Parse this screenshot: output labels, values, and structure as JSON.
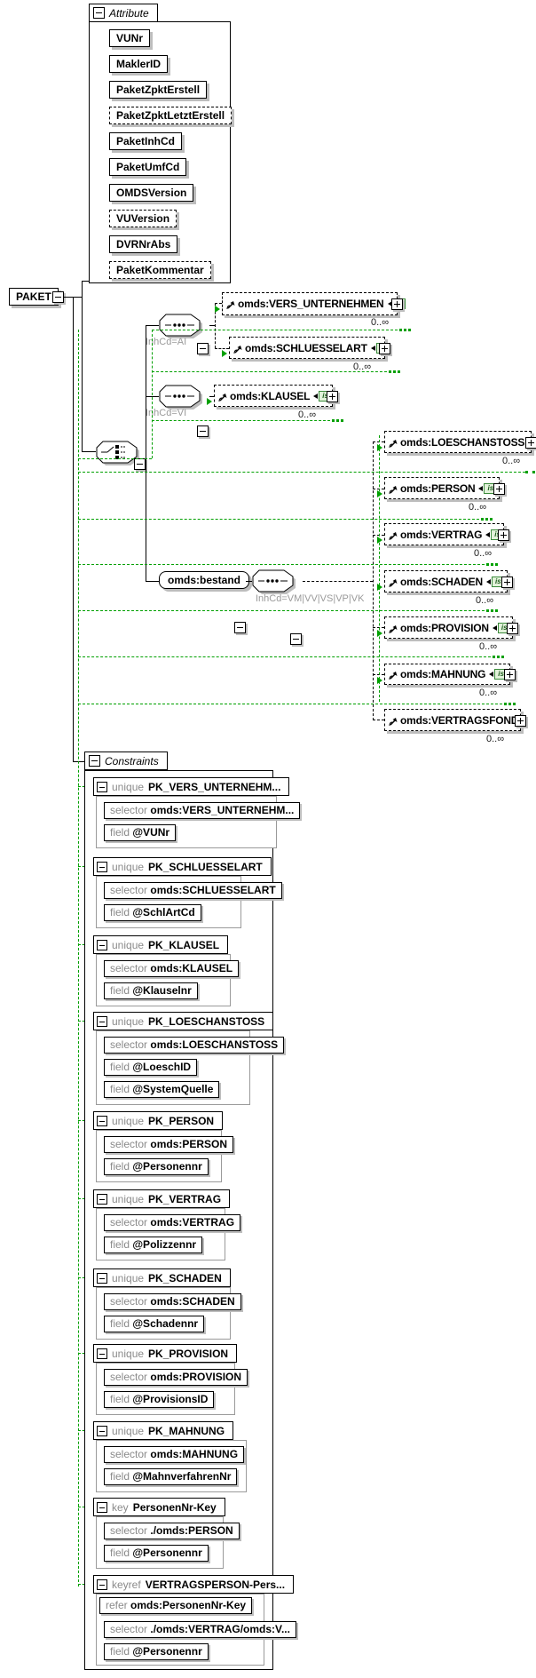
{
  "root": {
    "label": "PAKET"
  },
  "occurrence": "0..∞",
  "is_badge": "is",
  "colors": {
    "constraint_link": "#00a000",
    "line": "#000000",
    "shadow": "#bdbdbd",
    "keyword_gray": "#8a8a8a"
  },
  "attribute_section": {
    "title": "Attribute",
    "items": [
      {
        "label": "VUNr",
        "optional": false
      },
      {
        "label": "MaklerID",
        "optional": false
      },
      {
        "label": "PaketZpktErstell",
        "optional": false
      },
      {
        "label": "PaketZpktLetztErstell",
        "optional": true
      },
      {
        "label": "PaketInhCd",
        "optional": false
      },
      {
        "label": "PaketUmfCd",
        "optional": false
      },
      {
        "label": "OMDSVersion",
        "optional": false
      },
      {
        "label": "VUVersion",
        "optional": true
      },
      {
        "label": "DVRNrAbs",
        "optional": false
      },
      {
        "label": "PaketKommentar",
        "optional": true
      }
    ]
  },
  "groups": {
    "ai_label": "InhCd=AI",
    "vi_label": "InhCd=VI",
    "bestand_label": "omds:bestand",
    "bestand_seq_label": "InhCd=VM|VV|VS|VP|VK"
  },
  "elements": {
    "vers_unternehmen": "omds:VERS_UNTERNEHMEN",
    "schluesselart": "omds:SCHLUESSELART",
    "klausel": "omds:KLAUSEL",
    "loeschanstoss": "omds:LOESCHANSTOSS",
    "person": "omds:PERSON",
    "vertrag": "omds:VERTRAG",
    "schaden": "omds:SCHADEN",
    "provision": "omds:PROVISION",
    "mahnung": "omds:MAHNUNG",
    "vertragsfonds": "omds:VERTRAGSFONDS"
  },
  "constraints_section": {
    "title": "Constraints",
    "blocks": [
      {
        "kind": "unique",
        "name": "PK_VERS_UNTERNEHM...",
        "rows": [
          {
            "label": "selector",
            "value": "omds:VERS_UNTERNEHM..."
          },
          {
            "label": "field",
            "value": "@VUNr"
          }
        ]
      },
      {
        "kind": "unique",
        "name": "PK_SCHLUESSELART",
        "rows": [
          {
            "label": "selector",
            "value": "omds:SCHLUESSELART"
          },
          {
            "label": "field",
            "value": "@SchlArtCd"
          }
        ]
      },
      {
        "kind": "unique",
        "name": "PK_KLAUSEL",
        "rows": [
          {
            "label": "selector",
            "value": "omds:KLAUSEL"
          },
          {
            "label": "field",
            "value": "@Klauselnr"
          }
        ]
      },
      {
        "kind": "unique",
        "name": "PK_LOESCHANSTOSS",
        "rows": [
          {
            "label": "selector",
            "value": "omds:LOESCHANSTOSS"
          },
          {
            "label": "field",
            "value": "@LoeschID"
          },
          {
            "label": "field",
            "value": "@SystemQuelle"
          }
        ]
      },
      {
        "kind": "unique",
        "name": "PK_PERSON",
        "rows": [
          {
            "label": "selector",
            "value": "omds:PERSON"
          },
          {
            "label": "field",
            "value": "@Personennr"
          }
        ]
      },
      {
        "kind": "unique",
        "name": "PK_VERTRAG",
        "rows": [
          {
            "label": "selector",
            "value": "omds:VERTRAG"
          },
          {
            "label": "field",
            "value": "@Polizzennr"
          }
        ]
      },
      {
        "kind": "unique",
        "name": "PK_SCHADEN",
        "rows": [
          {
            "label": "selector",
            "value": "omds:SCHADEN"
          },
          {
            "label": "field",
            "value": "@Schadennr"
          }
        ]
      },
      {
        "kind": "unique",
        "name": "PK_PROVISION",
        "rows": [
          {
            "label": "selector",
            "value": "omds:PROVISION"
          },
          {
            "label": "field",
            "value": "@ProvisionsID"
          }
        ]
      },
      {
        "kind": "unique",
        "name": "PK_MAHNUNG",
        "rows": [
          {
            "label": "selector",
            "value": "omds:MAHNUNG"
          },
          {
            "label": "field",
            "value": "@MahnverfahrenNr"
          }
        ]
      },
      {
        "kind": "key",
        "name": "PersonenNr-Key",
        "rows": [
          {
            "label": "selector",
            "value": "./omds:PERSON"
          },
          {
            "label": "field",
            "value": "@Personennr"
          }
        ]
      },
      {
        "kind": "keyref",
        "name": "VERTRAGSPERSON-Pers...",
        "rows": [
          {
            "label": "refer",
            "value": "omds:PersonenNr-Key"
          },
          {
            "label": "selector",
            "value": "./omds:VERTRAG/omds:V..."
          },
          {
            "label": "field",
            "value": "@Personennr"
          }
        ]
      }
    ]
  }
}
